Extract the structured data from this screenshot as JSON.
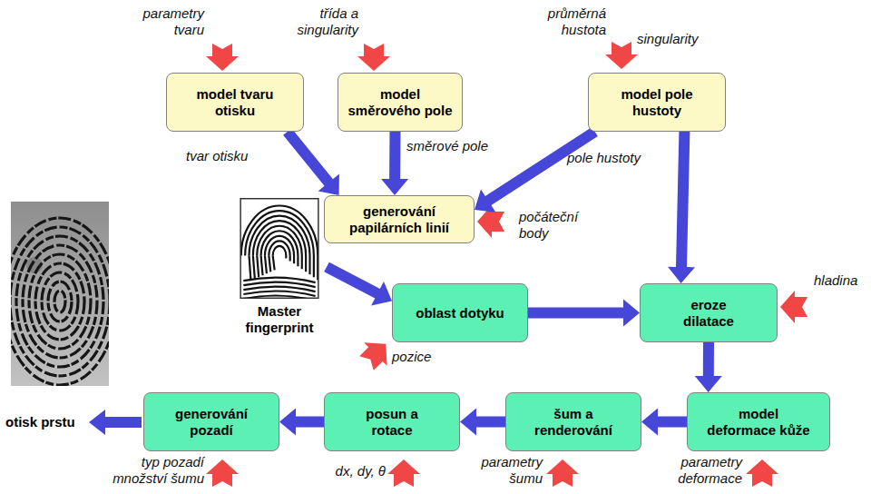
{
  "diagram": {
    "nodes": [
      {
        "text": [
          "model tvaru otisku"
        ]
      },
      {
        "text": [
          "model směrového pole"
        ]
      },
      {
        "text": [
          "model pole hustoty"
        ]
      },
      {
        "text": [
          "generování papilárních linií"
        ]
      },
      {
        "text": [
          "Master fingerprint"
        ]
      },
      {
        "text": [
          "oblast dotyku"
        ]
      },
      {
        "text": [
          "eroze dilatace"
        ]
      },
      {
        "text": [
          "generování pozadí"
        ]
      },
      {
        "text": [
          "posun a rotace"
        ]
      },
      {
        "text": [
          "šum a renderování"
        ]
      },
      {
        "text": [
          "model deformace kůže"
        ]
      }
    ],
    "edges": [
      {
        "from": 0,
        "to": 3,
        "label": "tvar otisku",
        "arrow": "to"
      },
      {
        "from": 1,
        "to": 3,
        "label": "směrové pole",
        "arrow": "to"
      },
      {
        "from": 2,
        "to": 3,
        "arrow": "to"
      },
      {
        "from": 2,
        "to": 6,
        "label": "pole hustoty",
        "arrow": "to"
      },
      {
        "from": 4,
        "to": 5,
        "arrow": "to"
      },
      {
        "from": 5,
        "to": 6,
        "arrow": "to"
      },
      {
        "from": 6,
        "to": 10,
        "arrow": "to"
      },
      {
        "from": 10,
        "to": 9,
        "arrow": "to"
      },
      {
        "from": 9,
        "to": 8,
        "arrow": "to"
      },
      {
        "from": 8,
        "to": 7,
        "arrow": "to"
      }
    ],
    "labels": [
      "parametry tvaru",
      "třída a singularity",
      "průměrná hustota",
      "singularity",
      "počáteční body",
      "hladina",
      "pozice",
      "otisk prstu",
      "typ pozadí množství šumu",
      "dx, dy, θ",
      "parametry šumu",
      "parametry deformace"
    ]
  }
}
